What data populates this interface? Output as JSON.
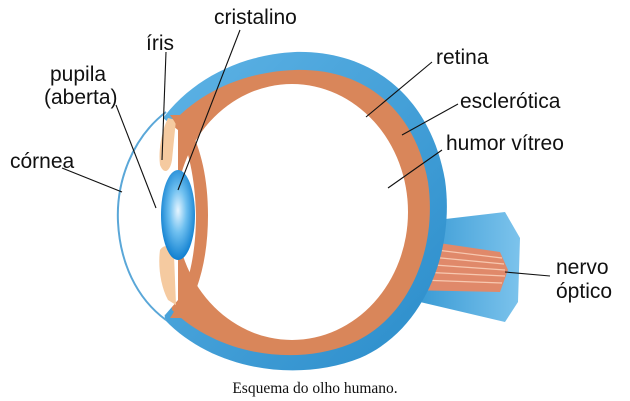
{
  "labels": {
    "cristalino": "cristalino",
    "iris": "íris",
    "pupila_line1": "pupila",
    "pupila_line2": "(aberta)",
    "cornea": "córnea",
    "retina": "retina",
    "esclerotica": "esclerótica",
    "humor_vitreo": "humor vítreo",
    "nervo_line1": "nervo",
    "nervo_line2": "óptico"
  },
  "caption": "Esquema do olho humano.",
  "colors": {
    "sclera_blue": "#3a9bd5",
    "retina_orange": "#d9865a",
    "lens_blue": "#1a8fd8",
    "iris_tan": "#f5caa0",
    "cornea_line": "#5aa7d8",
    "nerve_orange": "#e0896a"
  }
}
